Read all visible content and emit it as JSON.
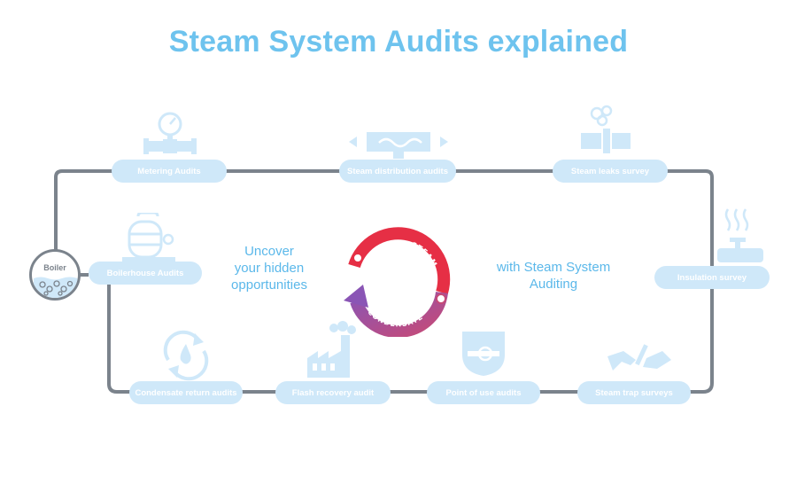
{
  "title": "Steam System Audits explained",
  "boiler_label": "Boiler",
  "audits": {
    "metering": "Metering Audits",
    "distribution": "Steam distribution audits",
    "leaks": "Steam leaks survey",
    "boilerhouse": "Boilerhouse Audits",
    "insulation": "Insulation survey",
    "condensate_return": "Condensate return audits",
    "flash_recovery": "Flash recovery audit",
    "point_of_use": "Point of use audits",
    "steam_trap": "Steam trap surveys"
  },
  "center": {
    "left_text": [
      "Uncover",
      "your hidden",
      "opportunities"
    ],
    "right_text": [
      "with Steam System",
      "Auditing"
    ],
    "cycle_top": "STEAM",
    "cycle_bottom": "CONDENSATE"
  },
  "colors": {
    "title": "#6ec3ee",
    "pill": "#cfe8f9",
    "pipe": "#7b838c",
    "icon": "#cfe8f9",
    "steam_red": "#e62f45",
    "condensate_purple": "#8a55b5",
    "text_blue": "#5bb8ea"
  },
  "icons": [
    "pressure-gauge-icon",
    "pipe-distribution-icon",
    "leaking-pipe-icon",
    "boilerhouse-icon",
    "insulated-valve-icon",
    "water-recycle-icon",
    "factory-icon",
    "shield-gauge-icon",
    "hands-tools-icon"
  ]
}
